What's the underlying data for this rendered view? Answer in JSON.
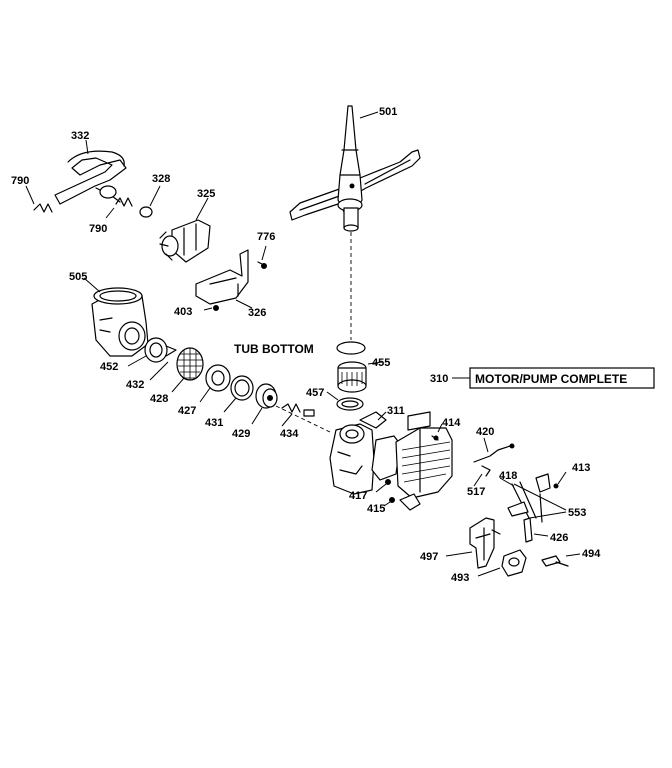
{
  "parts": {
    "p501": "501",
    "p332": "332",
    "p790a": "790",
    "p790b": "790",
    "p328": "328",
    "p325": "325",
    "p776": "776",
    "p505": "505",
    "p403": "403",
    "p326": "326",
    "p455": "455",
    "p452": "452",
    "p432": "432",
    "p428": "428",
    "p427": "427",
    "p431": "431",
    "p429": "429",
    "p434": "434",
    "p457": "457",
    "p311": "311",
    "p414": "414",
    "p420": "420",
    "p413": "413",
    "p418": "418",
    "p417": "417",
    "p415": "415",
    "p517": "517",
    "p553": "553",
    "p426": "426",
    "p497": "497",
    "p494": "494",
    "p493": "493",
    "p310": "310"
  },
  "labels": {
    "tub_bottom": "TUB BOTTOM",
    "motor_pump_complete": "MOTOR/PUMP COMPLETE"
  }
}
